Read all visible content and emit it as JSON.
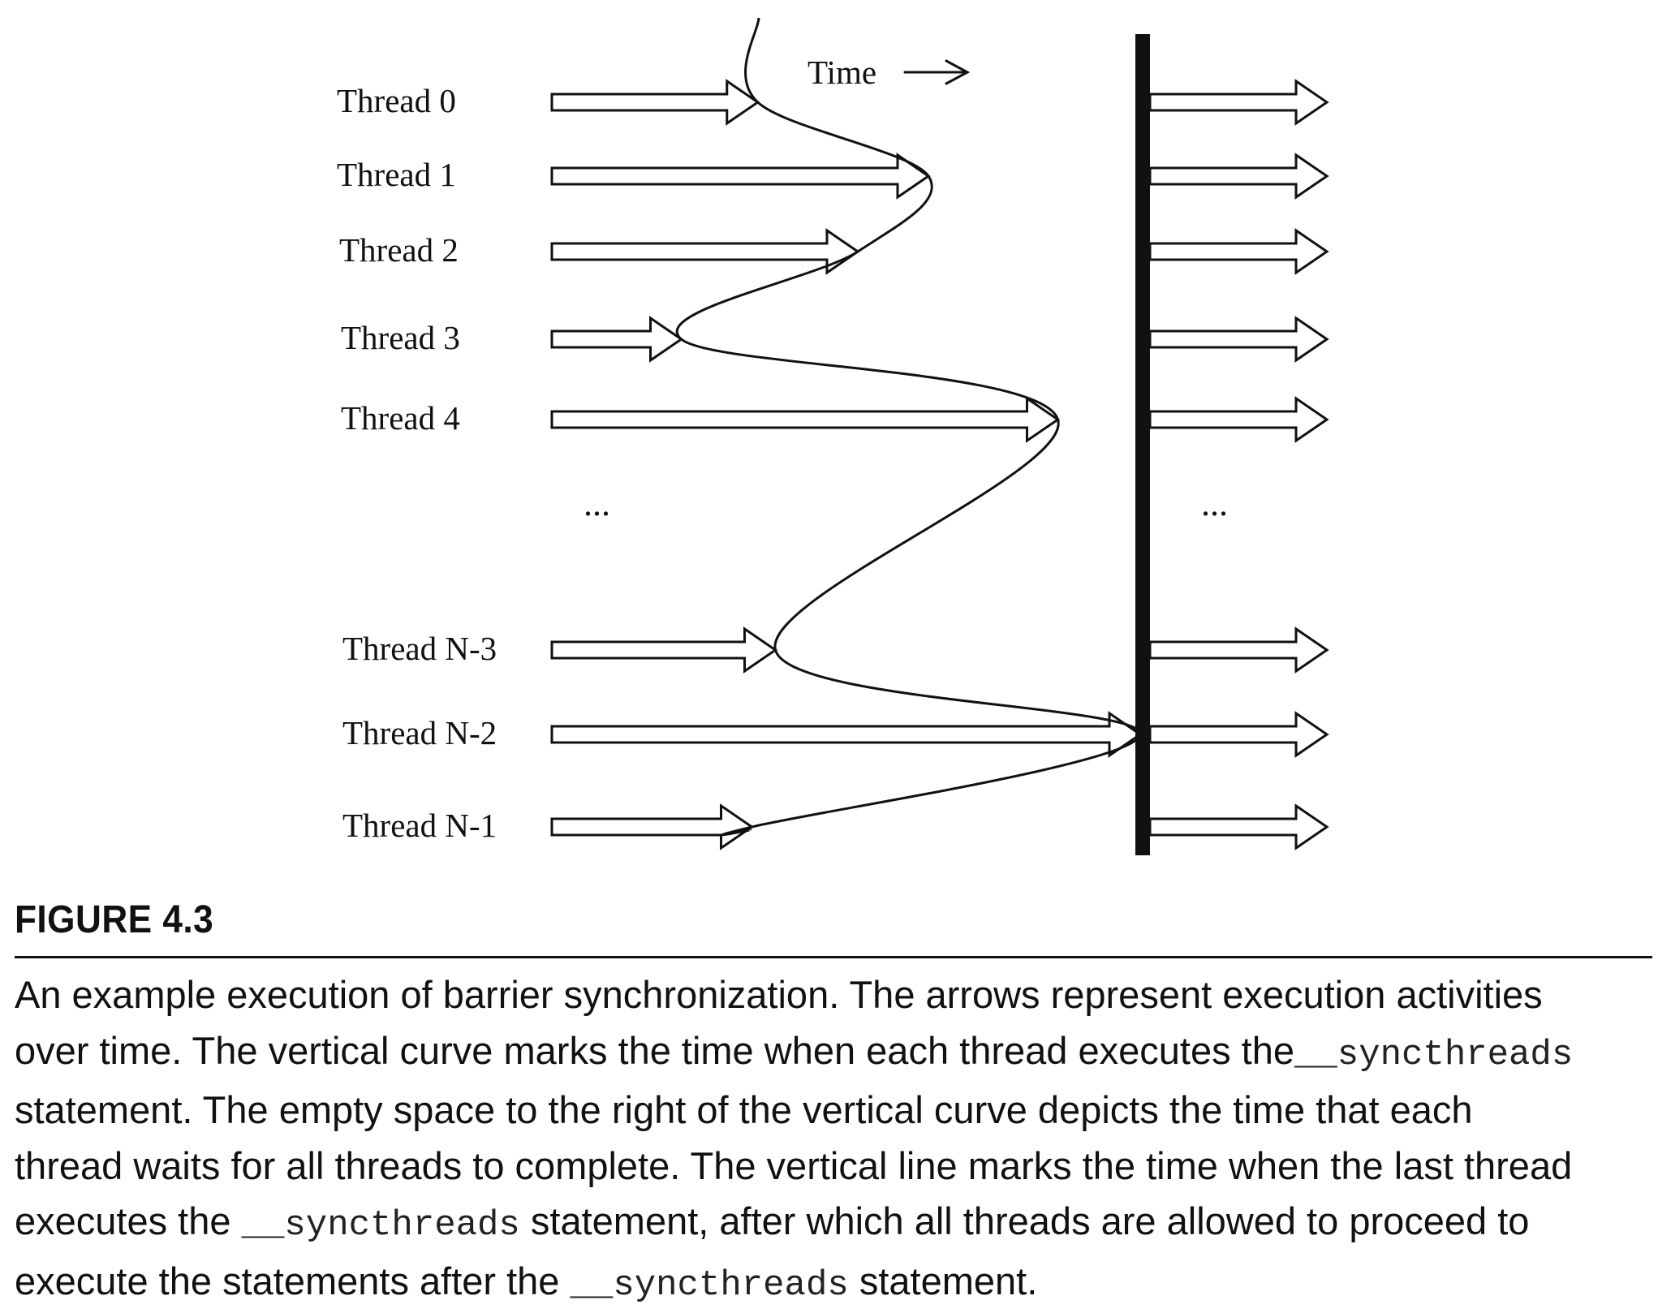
{
  "diagram": {
    "time_label": "Time",
    "left_dots": "...",
    "right_dots": "...",
    "threads": [
      {
        "label": "Thread 0",
        "arrival": 0.35
      },
      {
        "label": "Thread 1",
        "arrival": 0.64
      },
      {
        "label": "Thread 2",
        "arrival": 0.52
      },
      {
        "label": "Thread 3",
        "arrival": 0.22
      },
      {
        "label": "Thread 4",
        "arrival": 0.86
      },
      {
        "label": "Thread N-3",
        "arrival": 0.38
      },
      {
        "label": "Thread N-2",
        "arrival": 1.0
      },
      {
        "label": "Thread N-1",
        "arrival": 0.34
      }
    ]
  },
  "figure": {
    "title": "FIGURE 4.3",
    "caption": {
      "line1": "An example execution of barrier synchronization. The arrows represent execution activities",
      "line2_text": "over time. The vertical curve marks the time when each thread executes the",
      "line2_code": "__syncthreads",
      "line3": "statement. The empty space to the right of the vertical curve depicts the time that each",
      "line4": "thread waits for all threads to complete. The vertical line marks the time when the last thread",
      "line5_text": "executes the ",
      "line5_code": "__syncthreads",
      "line5_rest": " statement, after which all threads are allowed to proceed to",
      "line6_text": "execute the statements after the ",
      "line6_code": "__syncthreads",
      "line6_rest": " statement."
    }
  }
}
